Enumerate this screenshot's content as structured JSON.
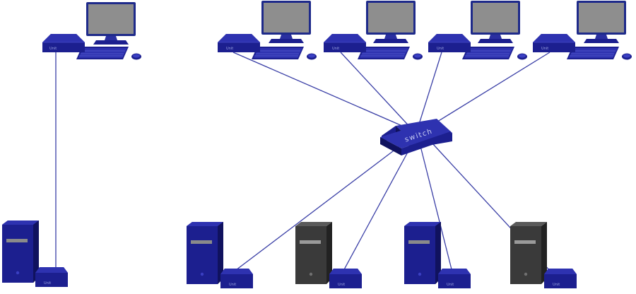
{
  "colors": {
    "device_fill": "#1c1f8f",
    "device_top": "#2e32b0",
    "device_dark": "#10125e",
    "monitor_frame": "#1e2a8a",
    "monitor_screen": "#8e8e8e",
    "tower_dark": "#3a3a3a",
    "link": "#3a3fa6"
  },
  "icons": {
    "monitor": "monitor-icon",
    "keyboard": "keyboard-icon",
    "mouse": "mouse-icon",
    "kvm_unit": "kvm-unit-icon",
    "switch": "network-switch-icon",
    "server": "server-tower-icon"
  },
  "diagram": {
    "switch_label": "switch",
    "unit_label": "Unit",
    "left_station": {
      "console_unit": "Unit",
      "server_unit": "Unit",
      "server_color": "blue"
    },
    "top_stations": [
      {
        "unit": "Unit"
      },
      {
        "unit": "Unit"
      },
      {
        "unit": "Unit"
      },
      {
        "unit": "Unit"
      }
    ],
    "bottom_stations": [
      {
        "unit": "Unit",
        "server_color": "blue"
      },
      {
        "unit": "Unit",
        "server_color": "dark"
      },
      {
        "unit": "Unit",
        "server_color": "blue"
      },
      {
        "unit": "Unit",
        "server_color": "dark"
      }
    ]
  }
}
